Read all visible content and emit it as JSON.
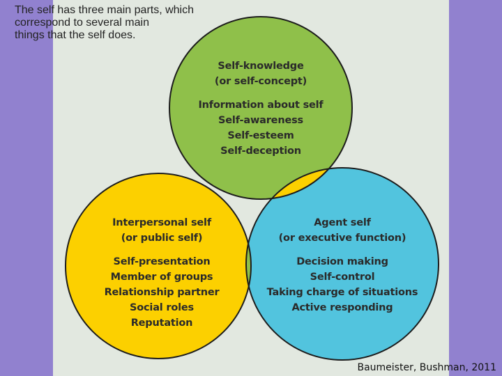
{
  "caption": "The self has three main parts, which\ncorrespond to several main\nthings that the self does.",
  "colors": {
    "background": "#9181cf",
    "panel": "#e2e8e0",
    "green": "#8fc04a",
    "yellow": "#fcd000",
    "blue": "#52c4de",
    "outline": "#1c1c1c"
  },
  "circles": {
    "top": {
      "title": "Self-knowledge",
      "subtitle": "(or self-concept)",
      "items": [
        "Information about self",
        "Self-awareness",
        "Self-esteem",
        "Self-deception"
      ]
    },
    "left": {
      "title": "Interpersonal self",
      "subtitle": "(or public self)",
      "items": [
        "Self-presentation",
        "Member of groups",
        "Relationship partner",
        "Social roles",
        "Reputation"
      ]
    },
    "right": {
      "title": "Agent self",
      "subtitle": "(or executive function)",
      "items": [
        "Decision making",
        "Self-control",
        "Taking charge of situations",
        "Active responding"
      ]
    }
  },
  "credit": "Baumeister, Bushman,  2011"
}
